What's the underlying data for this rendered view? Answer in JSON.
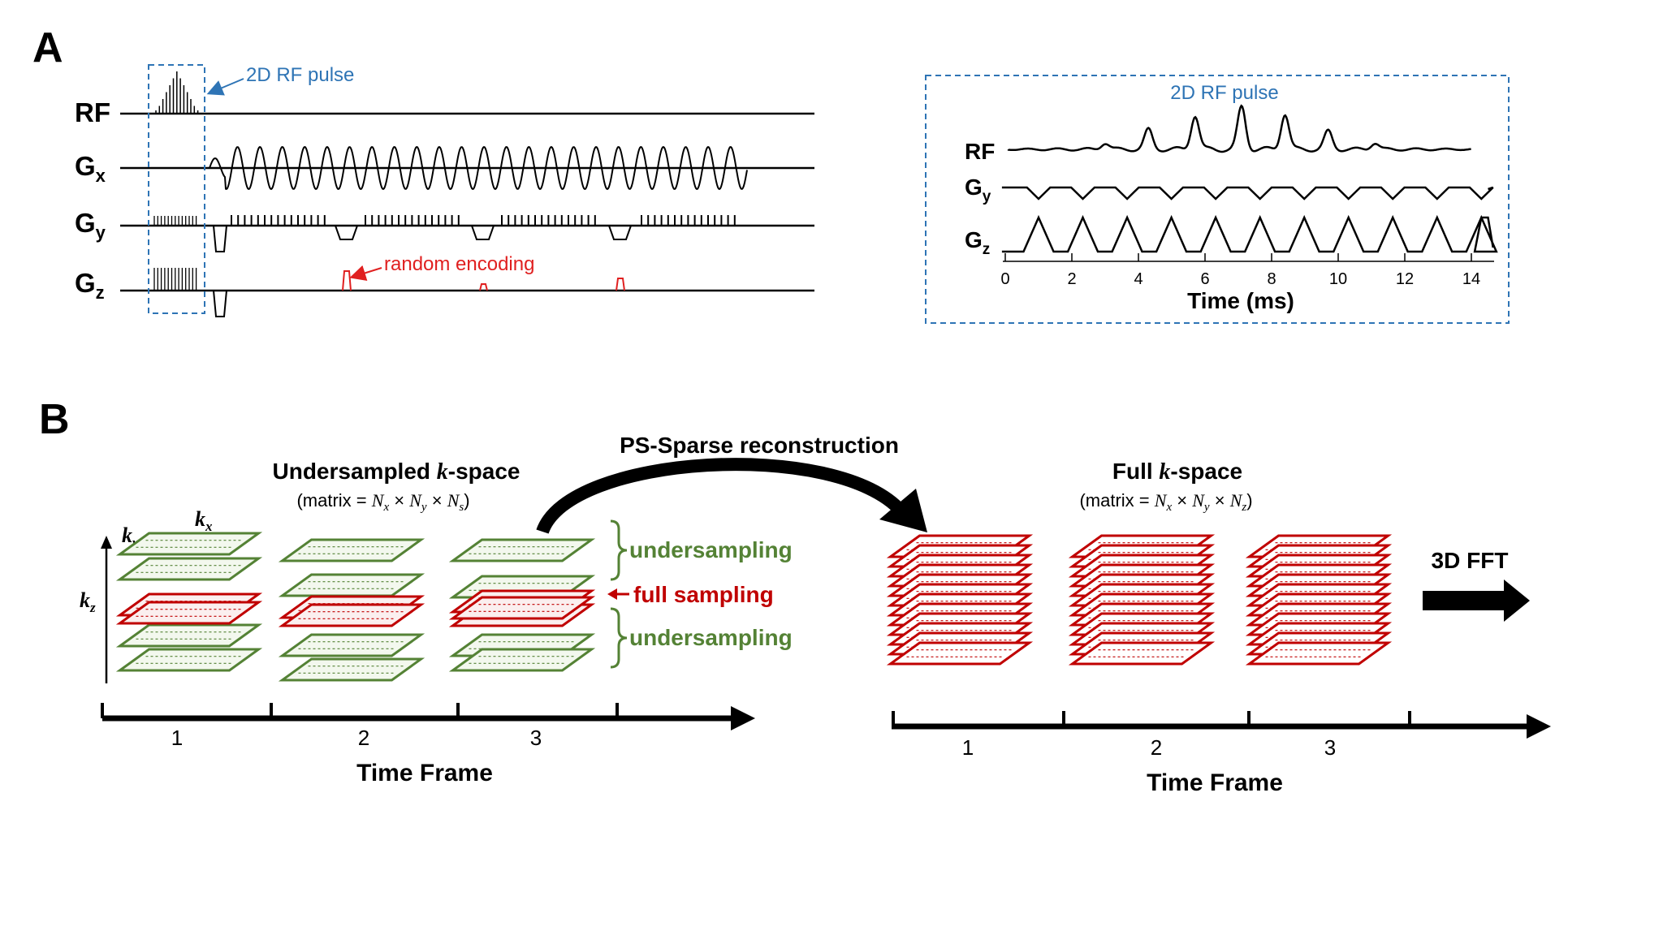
{
  "panel_a": {
    "label": "A",
    "channels": [
      {
        "main": "RF",
        "sub": ""
      },
      {
        "main": "G",
        "sub": "x"
      },
      {
        "main": "G",
        "sub": "y"
      },
      {
        "main": "G",
        "sub": "z"
      }
    ],
    "rf_callout": "2D RF pulse",
    "random_callout": "random encoding",
    "inset": {
      "title": "2D RF pulse",
      "channels": [
        {
          "main": "RF",
          "sub": ""
        },
        {
          "main": "G",
          "sub": "y"
        },
        {
          "main": "G",
          "sub": "z"
        }
      ],
      "ticks": [
        "0",
        "2",
        "4",
        "6",
        "8",
        "10",
        "12",
        "14"
      ],
      "xlabel": "Time (ms)"
    }
  },
  "panel_b": {
    "label": "B",
    "left_title_pre": "Undersampled ",
    "left_title_k": "k",
    "left_title_post": "-space",
    "left_matrix_pre": "(matrix = ",
    "left_matrix_n1": "N",
    "left_matrix_s1": "x",
    "left_matrix_n2": "N",
    "left_matrix_s2": "y",
    "left_matrix_n3": "N",
    "left_matrix_s3": "s",
    "right_title_pre": "Full ",
    "right_title_k": "k",
    "right_title_post": "-space",
    "right_matrix_s3": "z",
    "times": "×",
    "close_paren": ")",
    "recon": "PS-Sparse reconstruction",
    "undersampling": "undersampling",
    "full_sampling": "full sampling",
    "fft": "3D FFT",
    "axis_ky": "k",
    "axis_ky_sub": "y",
    "axis_kx": "k",
    "axis_kx_sub": "x",
    "axis_kz": "k",
    "axis_kz_sub": "z",
    "frames": [
      "1",
      "2",
      "3"
    ],
    "xlabel": "Time Frame",
    "colors": {
      "green": "#548235",
      "red": "#c00000",
      "blue": "#2e74b5"
    }
  }
}
